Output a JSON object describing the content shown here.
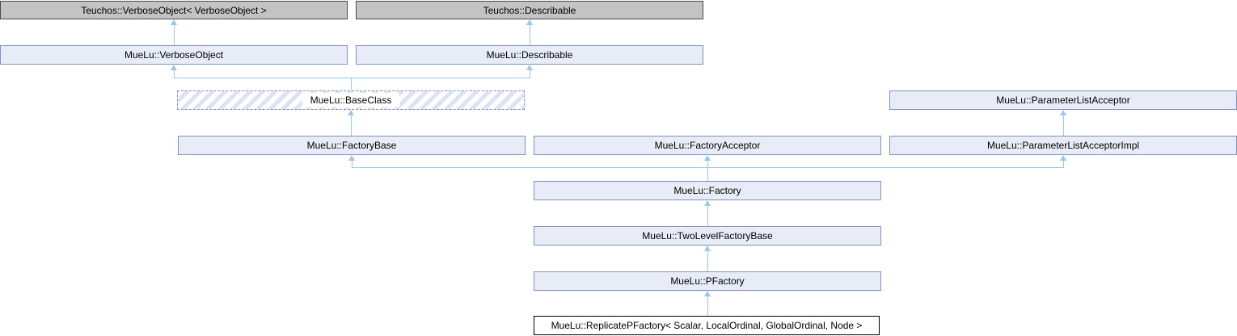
{
  "diagram": {
    "kind": "class-inheritance-graph",
    "colors": {
      "class_fill": "#e8ecf7",
      "class_border": "#8191bf",
      "external_fill": "#c3c3c3",
      "external_border": "#4a4a4a",
      "current_fill": "#ffffff",
      "current_border": "#000000",
      "edge": "#9cc8e8",
      "hatch_stripe": "#dde3f3"
    },
    "nodes": [
      {
        "label": "Teuchos::VerboseObject< VerboseObject >",
        "type": "external"
      },
      {
        "label": "Teuchos::Describable",
        "type": "external"
      },
      {
        "label": "MueLu::VerboseObject",
        "type": "class"
      },
      {
        "label": "MueLu::Describable",
        "type": "class"
      },
      {
        "label": "MueLu::BaseClass",
        "type": "hatched"
      },
      {
        "label": "MueLu::ParameterListAcceptor",
        "type": "class"
      },
      {
        "label": "MueLu::FactoryBase",
        "type": "class"
      },
      {
        "label": "MueLu::FactoryAcceptor",
        "type": "class"
      },
      {
        "label": "MueLu::ParameterListAcceptorImpl",
        "type": "class"
      },
      {
        "label": "MueLu::Factory",
        "type": "class"
      },
      {
        "label": "MueLu::TwoLevelFactoryBase",
        "type": "class"
      },
      {
        "label": "MueLu::PFactory",
        "type": "class"
      },
      {
        "label": "MueLu::ReplicatePFactory< Scalar, LocalOrdinal, GlobalOrdinal, Node >",
        "type": "current"
      }
    ],
    "edges": [
      {
        "child": "MueLu::VerboseObject",
        "parent": "Teuchos::VerboseObject< VerboseObject >"
      },
      {
        "child": "MueLu::Describable",
        "parent": "Teuchos::Describable"
      },
      {
        "child": "MueLu::BaseClass",
        "parent": "MueLu::VerboseObject"
      },
      {
        "child": "MueLu::BaseClass",
        "parent": "MueLu::Describable"
      },
      {
        "child": "MueLu::FactoryBase",
        "parent": "MueLu::BaseClass"
      },
      {
        "child": "MueLu::ParameterListAcceptorImpl",
        "parent": "MueLu::ParameterListAcceptor"
      },
      {
        "child": "MueLu::Factory",
        "parent": "MueLu::FactoryBase"
      },
      {
        "child": "MueLu::Factory",
        "parent": "MueLu::FactoryAcceptor"
      },
      {
        "child": "MueLu::Factory",
        "parent": "MueLu::ParameterListAcceptorImpl"
      },
      {
        "child": "MueLu::TwoLevelFactoryBase",
        "parent": "MueLu::Factory"
      },
      {
        "child": "MueLu::PFactory",
        "parent": "MueLu::TwoLevelFactoryBase"
      },
      {
        "child": "MueLu::ReplicatePFactory< Scalar, LocalOrdinal, GlobalOrdinal, Node >",
        "parent": "MueLu::PFactory"
      }
    ]
  }
}
